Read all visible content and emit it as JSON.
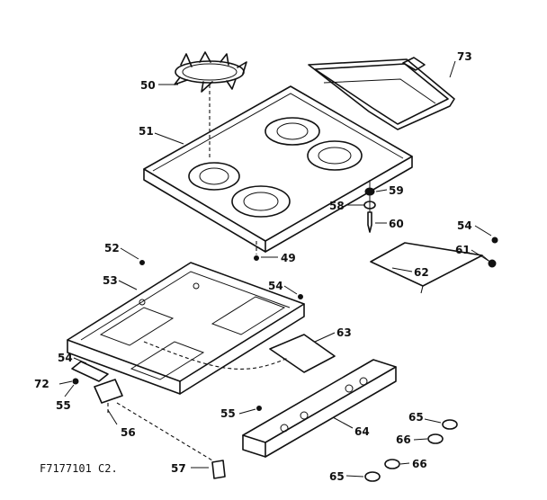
{
  "callouts": {
    "c73": "73",
    "c50": "50",
    "c51": "51",
    "c59": "59",
    "c58": "58",
    "c60": "60",
    "c54a": "54",
    "c61": "61",
    "c62": "62",
    "c52": "52",
    "c49": "49",
    "c53": "53",
    "c54b": "54",
    "c63": "63",
    "c54c": "54",
    "c72": "72",
    "c55a": "55",
    "c56": "56",
    "c55b": "55",
    "c64": "64",
    "c65a": "65",
    "c66a": "66",
    "c66b": "66",
    "c65b": "65",
    "c57": "57"
  },
  "footer_code": "F7177101 C2."
}
